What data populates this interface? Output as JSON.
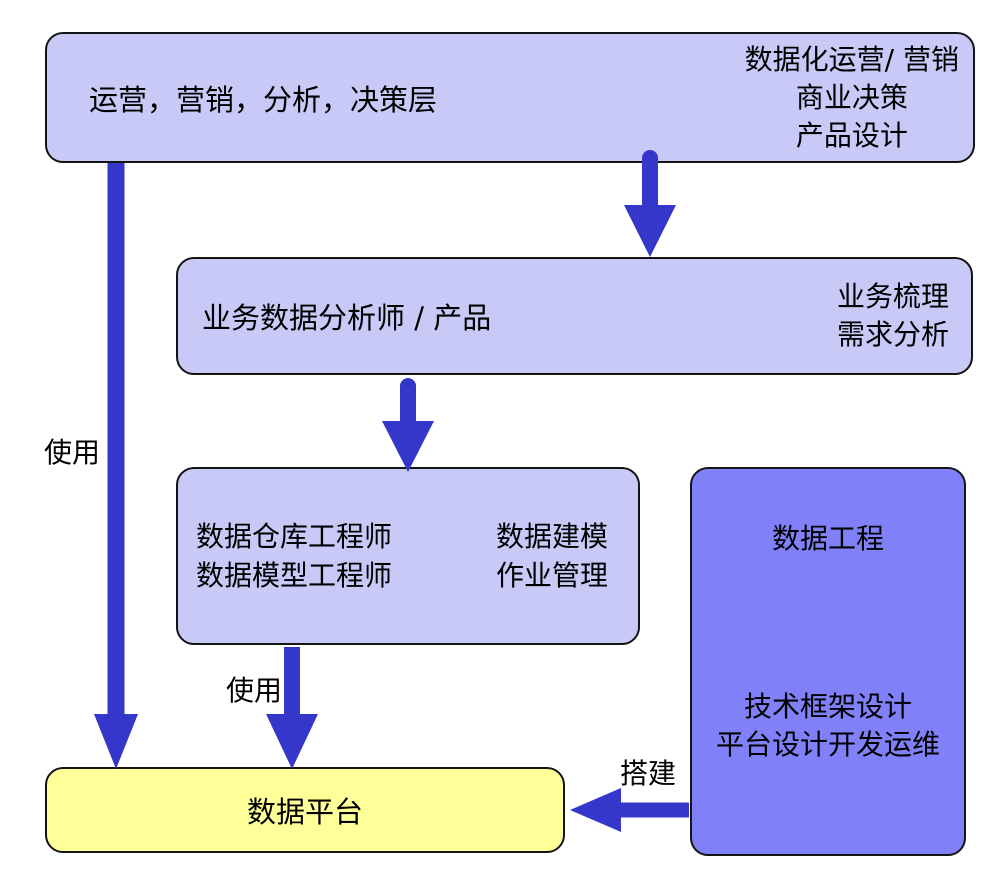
{
  "diagram": {
    "top_box": {
      "role": "运营，营销，分析，决策层",
      "tasks": [
        "数据化运营/ 营销",
        "商业决策",
        "产品设计"
      ]
    },
    "analyst_box": {
      "role": "业务数据分析师 / 产品",
      "tasks": [
        "业务梳理",
        "需求分析"
      ]
    },
    "warehouse_box": {
      "roles": [
        "数据仓库工程师",
        "数据模型工程师"
      ],
      "tasks": [
        "数据建模",
        "作业管理"
      ]
    },
    "engineering_box": {
      "title": "数据工程",
      "tasks": [
        "技术框架设计",
        "平台设计开发运维"
      ]
    },
    "platform_box": {
      "title": "数据平台"
    },
    "labels": {
      "use_left": "使用",
      "use_middle": "使用",
      "build": "搭建"
    },
    "colors": {
      "light_box": "#c9c9f8",
      "dark_box": "#8081f8",
      "yellow_box": "#feff99",
      "arrow": "#3437c9",
      "border": "#141414"
    }
  }
}
